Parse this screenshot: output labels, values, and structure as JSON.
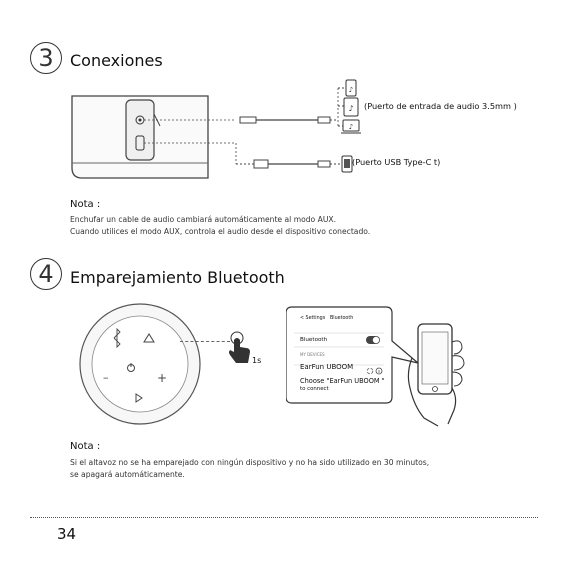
{
  "section3": {
    "number": "3",
    "title": "Conexiones",
    "callout_audio": "(Puerto de entrada de audio 3.5mm )",
    "callout_usb": "(Puerto USB Type-C t)",
    "note_label": "Nota :",
    "note_lines": [
      "Enchufar un cable de audio cambiará automáticamente al modo AUX.",
      "Cuando utilices el modo AUX, controla el audio desde el dispositivo conectado."
    ]
  },
  "section4": {
    "number": "4",
    "title": "Emparejamiento Bluetooth",
    "hold_time": "1s",
    "speaker_buttons": {
      "minus": "–",
      "plus": "+"
    },
    "phone_settings": {
      "back": "< Settings",
      "header": "Bluetooth",
      "bluetooth_label": "Bluetooth",
      "devices_header": "MY DEVICES",
      "device_name": "EarFun UBOOM",
      "prompt_line1": "Choose \"EarFun UBOOM \"",
      "prompt_line2": "to connect"
    },
    "note_label": "Nota :",
    "note_lines": [
      "Si el altavoz no se ha emparejado con ningún dispositivo y no ha sido utilizado en 30 minutos,",
      "se apagará automáticamente."
    ]
  },
  "footer": {
    "page_number": "34"
  },
  "icons": [
    "bluetooth-icon",
    "play-icon",
    "power-icon",
    "triangle-icon",
    "hand-press-icon",
    "phone-icon",
    "music-note-icon",
    "tablet-icon",
    "laptop-icon",
    "info-icon",
    "spinner-icon"
  ]
}
